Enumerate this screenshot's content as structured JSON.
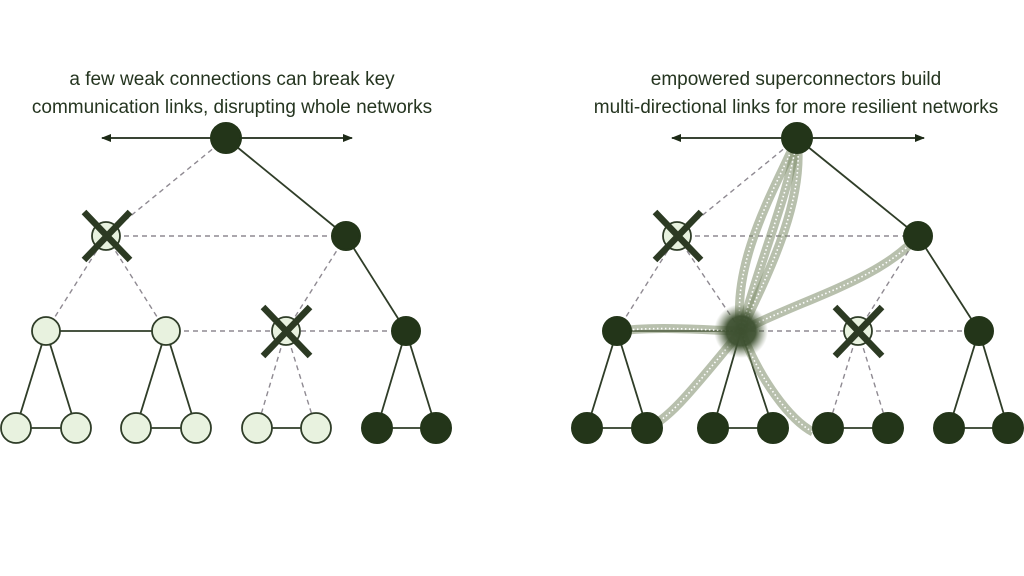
{
  "left_panel": {
    "caption_line1": "a few weak connections can break key",
    "caption_line2": "communication links, disrupting whole networks"
  },
  "right_panel": {
    "caption_line1": "empowered superconnectors build",
    "caption_line2": "multi-directional links for more resilient networks"
  },
  "colors": {
    "dark_node": "#233519",
    "light_node": "#e8f2df",
    "dashed_link": "#8f8a92",
    "text": "#253520"
  }
}
